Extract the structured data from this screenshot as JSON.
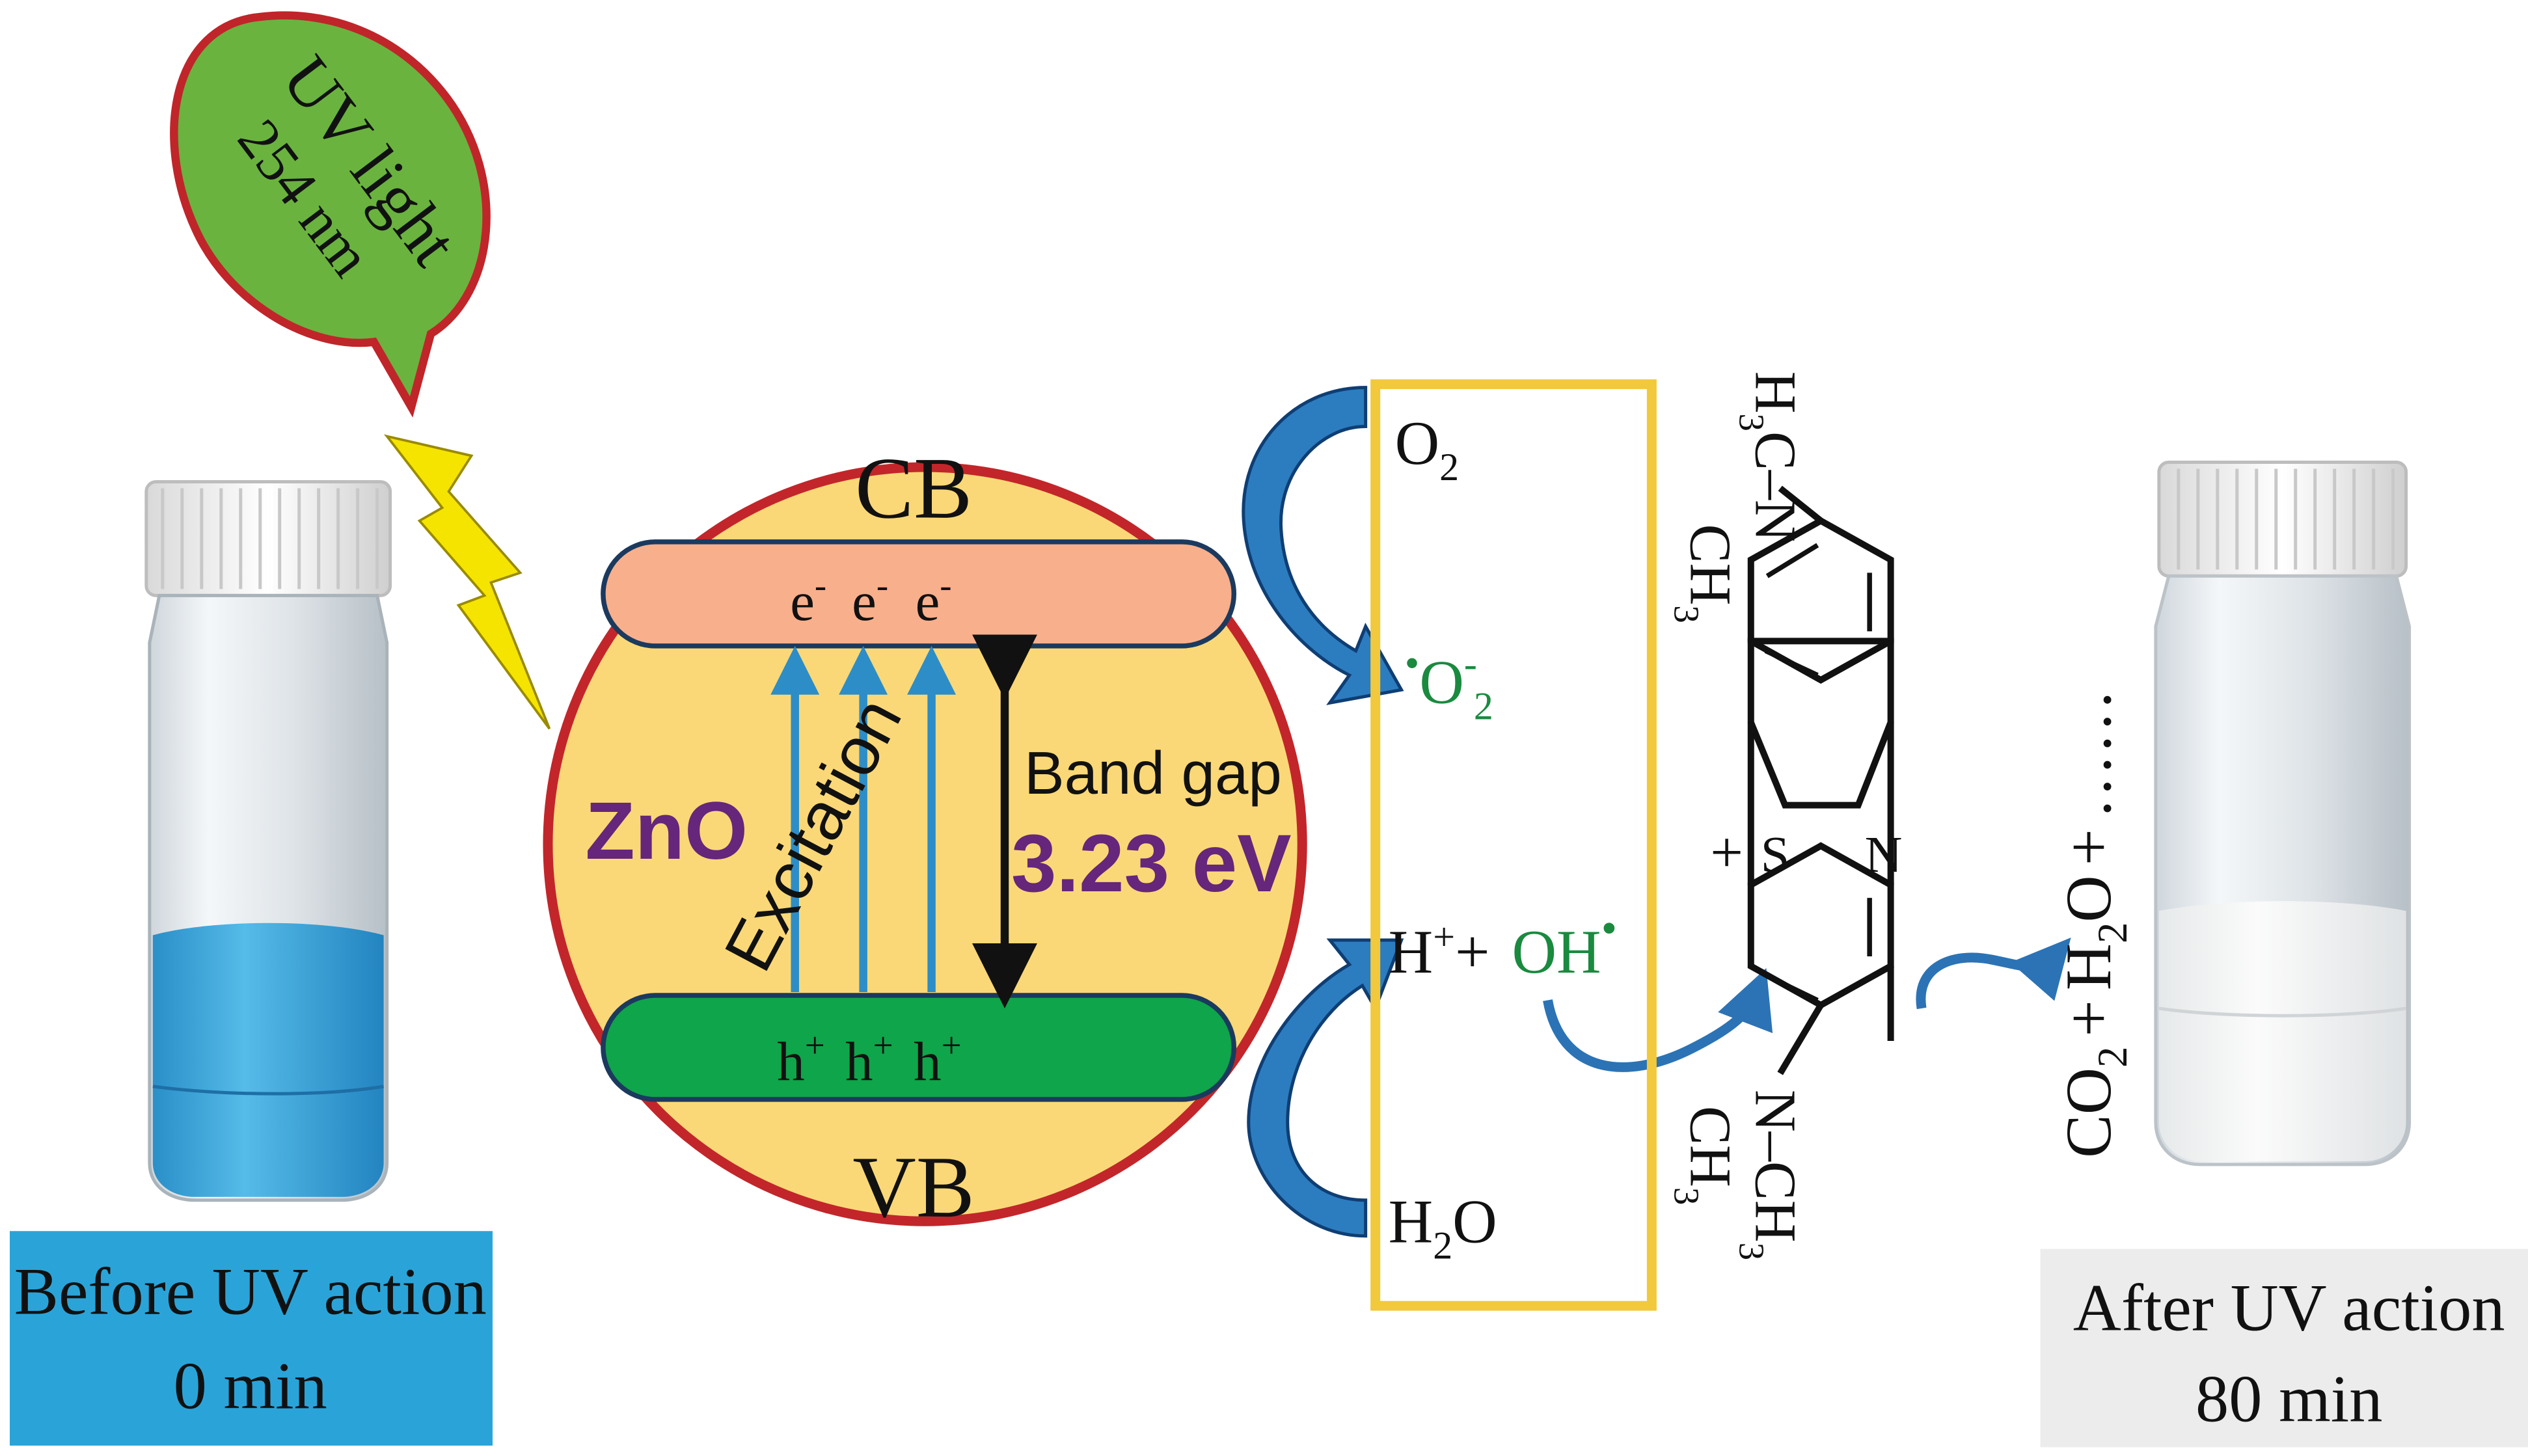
{
  "uv_source": {
    "line1": "UV light",
    "line2": "254 nm"
  },
  "vial_before": {
    "line1": "Before UV action",
    "line2": "0 min"
  },
  "vial_after": {
    "line1": "After UV action",
    "line2": "80 min"
  },
  "particle": {
    "material": "ZnO",
    "cb_label": "CB",
    "vb_label": "VB",
    "electron": "e",
    "electron_sup": "-",
    "hole": "h",
    "hole_sup": "+",
    "excitation_label": "Excitation",
    "band_gap_label": "Band gap",
    "band_gap_value": "3.23 eV"
  },
  "reactions": {
    "o2": "O",
    "o2_sub": "2",
    "superoxide_dot": "•",
    "superoxide": "O",
    "superoxide_sup": "-",
    "superoxide_sub": "2",
    "h_plus": "H",
    "h_plus_sup": "+",
    "plus": "+",
    "hydroxyl": "OH",
    "hydroxyl_dot": "•",
    "water_h": "H",
    "water_sub": "2",
    "water_o": "O"
  },
  "molecule": {
    "top_h": "H",
    "top_sub3": "3",
    "top_c": "C",
    "dash": "–",
    "n": "N",
    "ch": "CH",
    "ch_sub3": "3",
    "s": "S",
    "ring_n": "N",
    "charge": "+",
    "bottom_ch": "CH",
    "bottom_sub3": "3",
    "bottom_n": "N",
    "bottom_ch2": "CH",
    "bottom_sub3b": "3"
  },
  "products": {
    "co2": "CO",
    "co2_sub": "2",
    "plus1": "+",
    "h2o_h": "H",
    "h2o_sub": "2",
    "h2o_o": "O",
    "plus2": "+",
    "ellipsis": "……"
  },
  "colors": {
    "uv_bubble_fill": "#6ab33f",
    "uv_bubble_stroke": "#c0252a",
    "bolt_fill": "#f5e400",
    "particle_fill": "#fad877",
    "particle_stroke": "#c2262a",
    "cb_fill": "#f8af8c",
    "vb_fill": "#0fa54a",
    "excitation_arrow": "#2d8dc7",
    "flow_arrow": "#2c7dc0",
    "zno_text": "#65267b",
    "radical_text": "#1a8a3f",
    "box_stroke": "#f2c83c",
    "label_before_bg": "#2aa4d8",
    "label_after_bg": "#ececec",
    "solution_blue": "#3aa6dd"
  }
}
